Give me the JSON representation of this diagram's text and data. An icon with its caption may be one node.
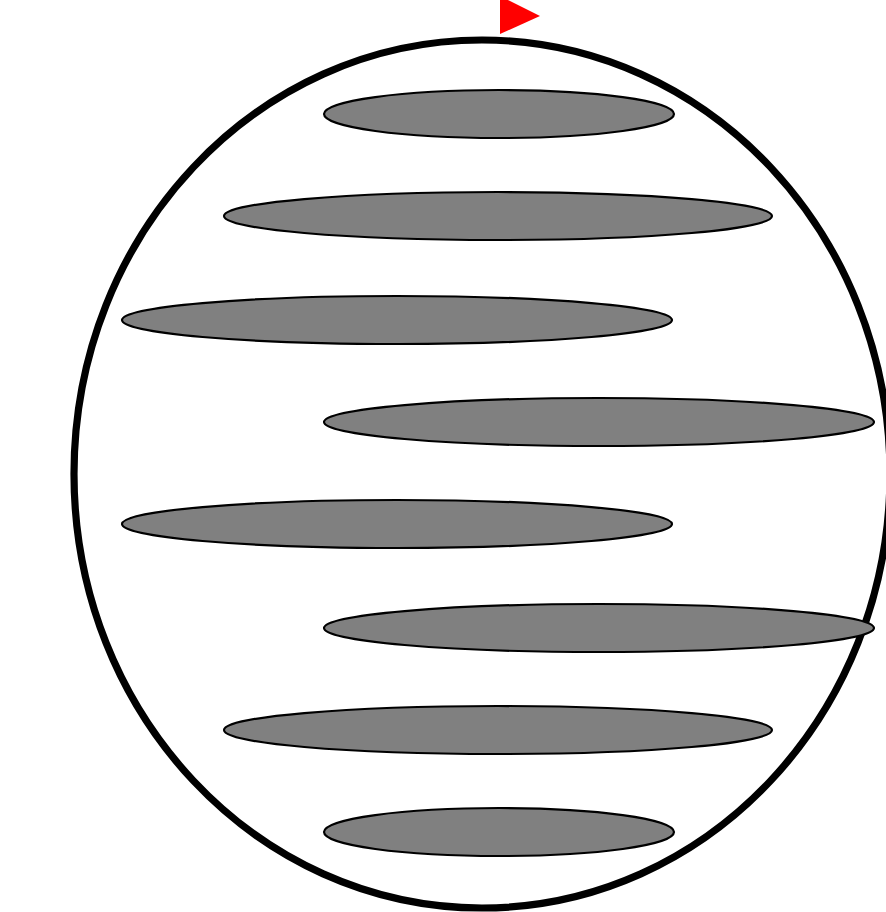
{
  "diagram": {
    "nodes": [
      {
        "text": [],
        "shape": "circle"
      },
      {
        "text": [],
        "shape": "ellipse",
        "in": 0
      },
      {
        "text": [],
        "shape": "ellipse",
        "in": 0
      },
      {
        "text": [],
        "shape": "ellipse",
        "in": 0
      },
      {
        "text": [],
        "shape": "ellipse",
        "in": 0
      },
      {
        "text": [],
        "shape": "ellipse",
        "in": 0
      },
      {
        "text": [],
        "shape": "ellipse",
        "in": 0
      },
      {
        "text": [],
        "shape": "ellipse",
        "in": 0
      },
      {
        "text": [],
        "shape": "ellipse",
        "in": 0
      }
    ]
  }
}
